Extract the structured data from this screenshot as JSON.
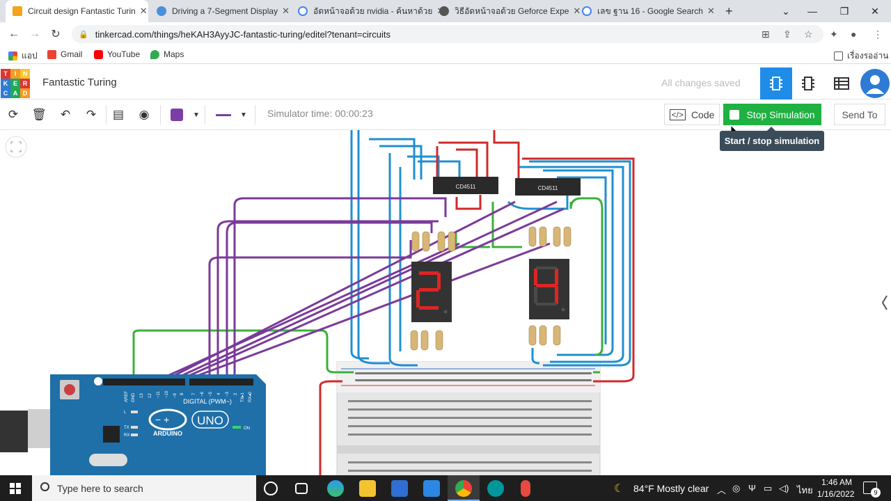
{
  "browser": {
    "tabs": [
      {
        "title": "Circuit design Fantastic Turin",
        "color": "#f4a31b",
        "active": true
      },
      {
        "title": "Driving a 7-Segment Display",
        "color": "#4a90d9",
        "active": false
      },
      {
        "title": "อัดหน้าจอด้วย nvidia - ค้นหาด้วย",
        "color": "#4285f4",
        "active": false
      },
      {
        "title": "วิธีอัดหน้าจอด้วย Geforce Expe",
        "color": "#555555",
        "active": false
      },
      {
        "title": "เลข ฐาน 16 - Google Search",
        "color": "#4285f4",
        "active": false
      }
    ],
    "new_tab_label": "+",
    "url": "tinkercad.com/things/heKAH3AyyJC-fantastic-turing/editel?tenant=circuits",
    "bookmarks": [
      "แอป",
      "Gmail",
      "YouTube",
      "Maps"
    ],
    "reading_list": "เรื่องรออ่าน"
  },
  "tinkercad": {
    "logo_letters": [
      "T",
      "I",
      "N",
      "K",
      "E",
      "R",
      "C",
      "A",
      "D"
    ],
    "project_title": "Fantastic Turing",
    "save_status": "All changes saved",
    "simulator_time": "Simulator time: 00:00:23",
    "code_label": "Code",
    "stop_label": "Stop Simulation",
    "send_label": "Send To",
    "tooltip": "Start / stop simulation",
    "shape_color": "#7b3ea6"
  },
  "circuit": {
    "chips": [
      "CD4511",
      "CD4511"
    ],
    "displays": [
      "2",
      "4"
    ],
    "arduino_brand": "ARDUINO",
    "arduino_model": "UNO",
    "digital_label": "DIGITAL (PWM~)",
    "pin_labels": [
      "AREF",
      "GND",
      "13",
      "12",
      "~11",
      "~10",
      "~9",
      "8",
      "7",
      "~6",
      "~5",
      "4",
      "~3",
      "2",
      "TX▸1",
      "RX◂0"
    ],
    "led_labels": [
      "L",
      "TX",
      "RX"
    ],
    "on_label": "ON"
  },
  "taskbar": {
    "search_placeholder": "Type here to search",
    "weather": "84°F  Mostly clear",
    "language": "ไทย",
    "time": "1:46 AM",
    "date": "1/16/2022",
    "notifications": "9"
  }
}
